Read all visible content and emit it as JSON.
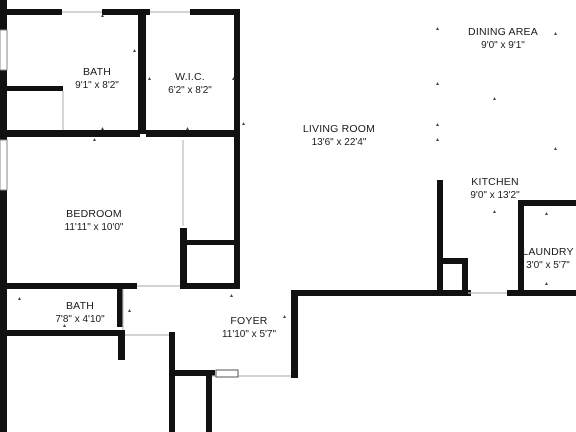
{
  "floorplan": {
    "rooms": [
      {
        "name": "BATH",
        "dims": "9'1\" x 8'2\""
      },
      {
        "name": "W.I.C.",
        "dims": "6'2\" x 8'2\""
      },
      {
        "name": "DINING AREA",
        "dims": "9'0\" x 9'1\""
      },
      {
        "name": "LIVING ROOM",
        "dims": "13'6\" x 22'4\""
      },
      {
        "name": "KITCHEN",
        "dims": "9'0\" x 13'2\""
      },
      {
        "name": "BEDROOM",
        "dims": "11'11\" x 10'0\""
      },
      {
        "name": "LAUNDRY",
        "dims": "3'0\" x 5'7\""
      },
      {
        "name": "BATH",
        "dims": "7'8\" x 4'10\""
      },
      {
        "name": "FOYER",
        "dims": "11'10\" x 5'7\""
      }
    ],
    "colors": {
      "wall": "#111111",
      "background": "#ffffff",
      "window": "#bbbbbb"
    }
  }
}
